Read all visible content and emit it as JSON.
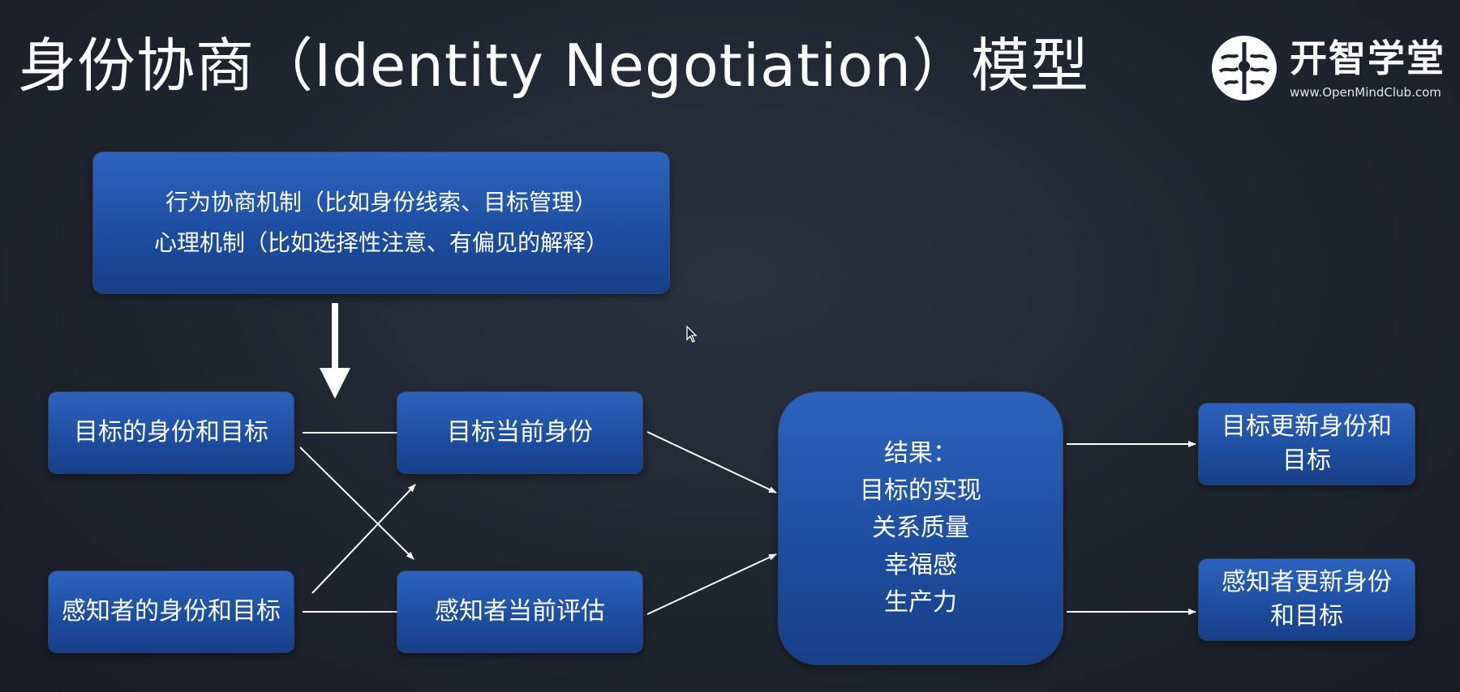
{
  "title": "身份协商（Identity Negotiation）模型",
  "logo": {
    "name": "开智学堂",
    "url": "www.OpenMindClub.com"
  },
  "diagram": {
    "mechanisms": {
      "line1": "行为协商机制（比如身份线索、目标管理）",
      "line2": "心理机制（比如选择性注意、有偏见的解释）"
    },
    "target_identity_goals": "目标的身份和目标",
    "perceiver_identity_goals": "感知者的身份和目标",
    "target_current_identity": "目标当前身份",
    "perceiver_current_evaluation": "感知者当前评估",
    "results": {
      "heading": "结果：",
      "items": [
        "目标的实现",
        "关系质量",
        "幸福感",
        "生产力"
      ]
    },
    "target_updated": "目标更新身份和目标",
    "perceiver_updated": "感知者更新身份和目标"
  },
  "colors": {
    "box_fill": "#1d4c9f",
    "background": "#1f252f",
    "arrow": "#ffffff"
  }
}
